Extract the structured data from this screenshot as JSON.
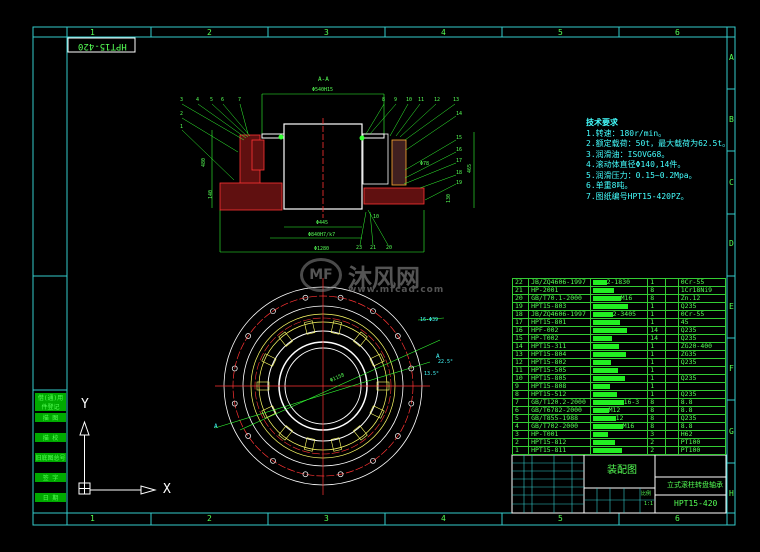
{
  "frame": {
    "columns": [
      "1",
      "2",
      "3",
      "4",
      "5",
      "6"
    ],
    "rows": [
      "A",
      "B",
      "C",
      "D",
      "E",
      "F",
      "G",
      "H"
    ],
    "drawing_no_reversed": "HPT15-420",
    "border_color": "#33cccc"
  },
  "section_view": {
    "label": "A-A",
    "dims": {
      "top": "Φ540H15",
      "bore": "Φ445",
      "mid": "Φ840H7/k7",
      "bottom": "Φ1280",
      "left_h": "480",
      "left_h2": "140",
      "right_h": "465",
      "right_h2": "130",
      "small": "Φ78",
      "gap": "10"
    },
    "callouts_left": [
      "3",
      "4",
      "5",
      "6",
      "7",
      "2",
      "1"
    ],
    "callouts_right": [
      "8",
      "9",
      "10",
      "11",
      "12",
      "13",
      "14",
      "15",
      "16",
      "17",
      "18",
      "19"
    ],
    "callouts_bottom": [
      "23",
      "21",
      "20"
    ]
  },
  "plan_view": {
    "dims": {
      "dia": "Φ1158",
      "angle1": "13.5°",
      "angle2": "22.5°",
      "note": "16-Φ39"
    },
    "section_marks": [
      "A",
      "A"
    ]
  },
  "watermark": {
    "brand": "沐风网",
    "url": "www.mfcad.com"
  },
  "tech_notes": {
    "title": "技术要求",
    "items": [
      "1.转速：180r/min。",
      "2.额定载荷：50t，最大载荷为62.5t。",
      "3.润滑油：ISOVG68。",
      "4.滚动体直径Φ140,14件。",
      "5.润滑压力：0.15~0.2Mpa。",
      "6.单重8吨。",
      "7.图纸编号HPT15-420PZ。"
    ]
  },
  "parts_list": [
    {
      "no": "22",
      "code": "JB/ZQ4606-1997",
      "name": "2-1830",
      "qty": "1",
      "mat": "0Cr-55"
    },
    {
      "no": "21",
      "code": "HP-2001",
      "name": "",
      "qty": "8",
      "mat": "1Cr18Ni9"
    },
    {
      "no": "20",
      "code": "GB/T70.1-2000",
      "name": "M16",
      "qty": "8",
      "mat": "Zn.12"
    },
    {
      "no": "19",
      "code": "HPT15-803",
      "name": "",
      "qty": "1",
      "mat": "Q235"
    },
    {
      "no": "18",
      "code": "JB/ZQ4606-1997",
      "name": "2-3405",
      "qty": "1",
      "mat": "0Cr-55"
    },
    {
      "no": "17",
      "code": "HPT15-801",
      "name": "",
      "qty": "1",
      "mat": "45"
    },
    {
      "no": "16",
      "code": "HPF-002",
      "name": "",
      "qty": "14",
      "mat": "Q235"
    },
    {
      "no": "15",
      "code": "HP-T002",
      "name": "",
      "qty": "14",
      "mat": "Q235"
    },
    {
      "no": "14",
      "code": "HPT15-311",
      "name": "",
      "qty": "1",
      "mat": "ZG20-400"
    },
    {
      "no": "13",
      "code": "HPT15-804",
      "name": "",
      "qty": "1",
      "mat": "ZG35"
    },
    {
      "no": "12",
      "code": "HPT15-802",
      "name": "",
      "qty": "1",
      "mat": "Q235"
    },
    {
      "no": "11",
      "code": "HPT15-505",
      "name": "",
      "qty": "1",
      "mat": ""
    },
    {
      "no": "10",
      "code": "HPT15-805",
      "name": "",
      "qty": "1",
      "mat": "Q235"
    },
    {
      "no": "9",
      "code": "HPT15-808",
      "name": "",
      "qty": "1",
      "mat": ""
    },
    {
      "no": "8",
      "code": "HPT15-512",
      "name": "",
      "qty": "1",
      "mat": "Q235"
    },
    {
      "no": "7",
      "code": "GB/T120.2-2000",
      "name": "16-3",
      "qty": "8",
      "mat": "8.8"
    },
    {
      "no": "6",
      "code": "GB/T6782-2000",
      "name": "M12",
      "qty": "8",
      "mat": "8.8"
    },
    {
      "no": "5",
      "code": "GB/T855-1988",
      "name": "12",
      "qty": "8",
      "mat": "Q235"
    },
    {
      "no": "4",
      "code": "GB/T702-2000",
      "name": "M16",
      "qty": "8",
      "mat": "8.8"
    },
    {
      "no": "3",
      "code": "HP-T001",
      "name": "",
      "qty": "3",
      "mat": "H62"
    },
    {
      "no": "2",
      "code": "HPT15-812",
      "name": "",
      "qty": "2",
      "mat": "PT100"
    },
    {
      "no": "1",
      "code": "HPT15-811",
      "name": "",
      "qty": "2",
      "mat": "PT100"
    }
  ],
  "title_block": {
    "title": "装配图",
    "product": "立式滚柱转盘轴承",
    "drawing_no": "HPT15-420",
    "scale_label": "比例",
    "sheet": "1:1"
  },
  "side_box": [
    "借(通)用件登记",
    "描 图",
    "描 校",
    "旧底图总号",
    "签 字",
    "日 期"
  ],
  "ucs": {
    "x": "X",
    "y": "Y"
  }
}
